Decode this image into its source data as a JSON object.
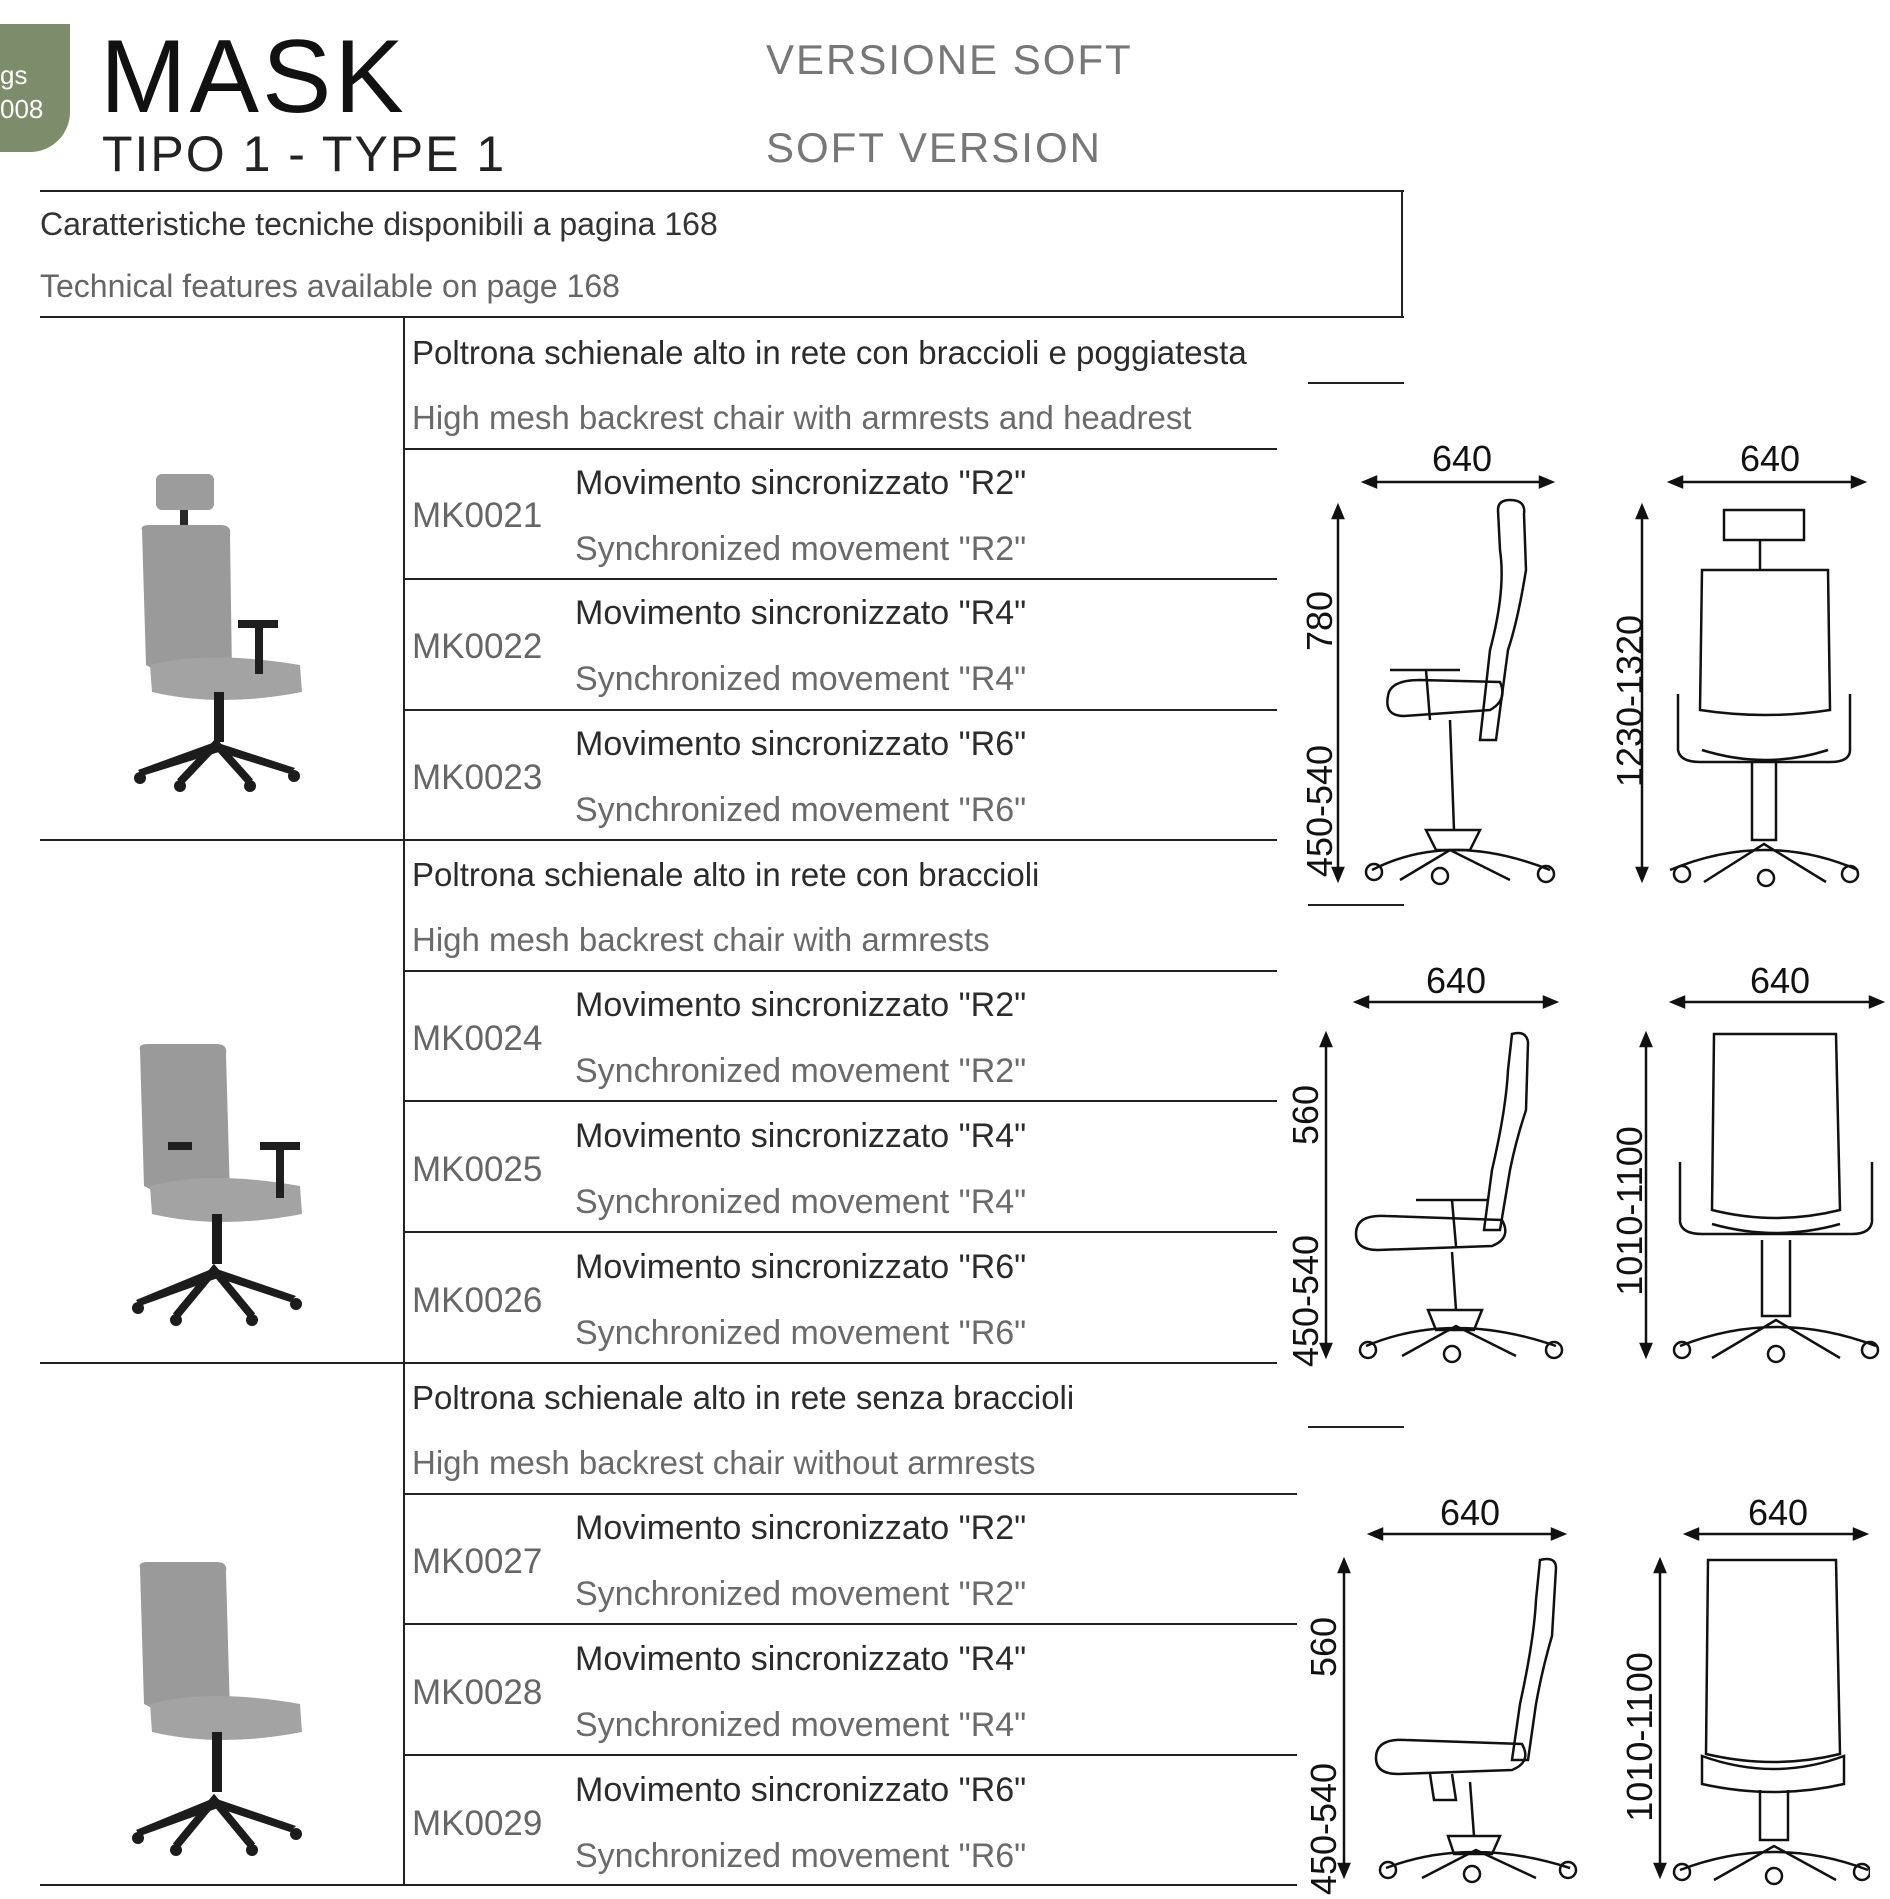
{
  "header": {
    "badge_line1": "gs",
    "badge_line2": "008",
    "product": "MASK",
    "type": "TIPO 1 - TYPE 1",
    "version_it": "VERSIONE SOFT",
    "version_en": "SOFT VERSION"
  },
  "note": {
    "it": "Caratteristiche tecniche disponibili a pagina 168",
    "en": "Technical features available on page 168"
  },
  "groups": [
    {
      "title_it": "Poltrona schienale alto in rete con braccioli e poggiatesta",
      "title_en": "High mesh backrest chair with armrests and headrest",
      "rows": [
        {
          "code": "MK0021",
          "it": "Movimento sincronizzato \"R2\"",
          "en": "Synchronized movement \"R2\""
        },
        {
          "code": "MK0022",
          "it": "Movimento sincronizzato \"R4\"",
          "en": "Synchronized movement \"R4\""
        },
        {
          "code": "MK0023",
          "it": "Movimento sincronizzato \"R6\"",
          "en": "Synchronized movement \"R6\""
        }
      ],
      "dims": {
        "side_width": "640",
        "front_width": "640",
        "back_height": "780",
        "seat_height": "450-540",
        "total_height": "1230-1320"
      }
    },
    {
      "title_it": "Poltrona schienale alto in rete con braccioli",
      "title_en": "High mesh backrest chair with armrests",
      "rows": [
        {
          "code": "MK0024",
          "it": "Movimento sincronizzato \"R2\"",
          "en": "Synchronized movement \"R2\""
        },
        {
          "code": "MK0025",
          "it": "Movimento sincronizzato \"R4\"",
          "en": "Synchronized movement \"R4\""
        },
        {
          "code": "MK0026",
          "it": "Movimento sincronizzato \"R6\"",
          "en": "Synchronized movement \"R6\""
        }
      ],
      "dims": {
        "side_width": "640",
        "front_width": "640",
        "back_height": "560",
        "seat_height": "450-540",
        "total_height": "1010-1100"
      }
    },
    {
      "title_it": "Poltrona schienale alto in rete senza braccioli",
      "title_en": "High mesh backrest chair without armrests",
      "rows": [
        {
          "code": "MK0027",
          "it": "Movimento sincronizzato \"R2\"",
          "en": "Synchronized movement \"R2\""
        },
        {
          "code": "MK0028",
          "it": "Movimento sincronizzato \"R4\"",
          "en": "Synchronized movement \"R4\""
        },
        {
          "code": "MK0029",
          "it": "Movimento sincronizzato \"R6\"",
          "en": "Synchronized movement \"R6\""
        }
      ],
      "dims": {
        "side_width": "640",
        "front_width": "640",
        "back_height": "560",
        "seat_height": "450-540",
        "total_height": "1010-1100"
      }
    }
  ],
  "colors": {
    "badge": "#7d8c6a",
    "chair_fabric": "#9a9a9a",
    "chair_frame": "#1c1c1c"
  }
}
